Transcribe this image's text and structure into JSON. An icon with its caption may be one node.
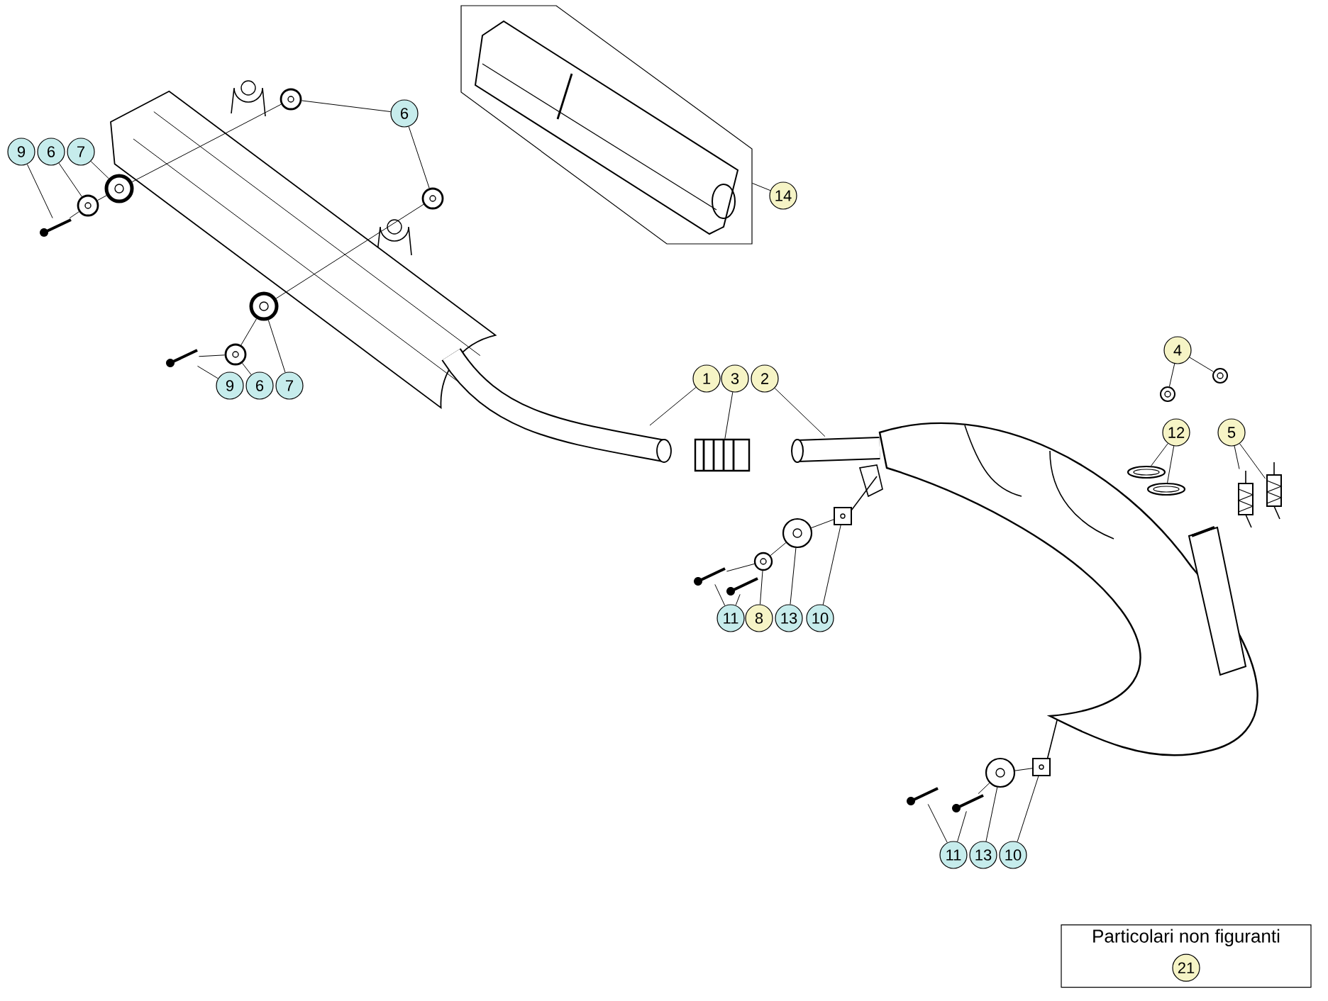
{
  "diagram": {
    "nodes": [
      {
        "text": [
          "6"
        ]
      },
      {
        "text": [
          "9"
        ]
      },
      {
        "text": [
          "6"
        ]
      },
      {
        "text": [
          "7"
        ]
      },
      {
        "text": [
          "14"
        ]
      },
      {
        "text": [
          "9"
        ]
      },
      {
        "text": [
          "6"
        ]
      },
      {
        "text": [
          "7"
        ]
      },
      {
        "text": [
          "1"
        ]
      },
      {
        "text": [
          "3"
        ]
      },
      {
        "text": [
          "2"
        ]
      },
      {
        "text": [
          "4"
        ]
      },
      {
        "text": [
          "12"
        ]
      },
      {
        "text": [
          "5"
        ]
      },
      {
        "text": [
          "11"
        ]
      },
      {
        "text": [
          "8"
        ]
      },
      {
        "text": [
          "13"
        ]
      },
      {
        "text": [
          "10"
        ]
      },
      {
        "text": [
          "11"
        ]
      },
      {
        "text": [
          "13"
        ]
      },
      {
        "text": [
          "10"
        ]
      },
      {
        "text": [
          "Particolari non figuranti"
        ]
      },
      {
        "text": [
          "21"
        ],
        "in": 21
      },
      {
        "text": [],
        "shape": "circle"
      },
      {
        "text": [],
        "shape": "circle"
      },
      {
        "text": [],
        "shape": "picture"
      },
      {
        "text": [],
        "shape": "circle"
      },
      {
        "text": [],
        "shape": "circle"
      },
      {
        "text": [],
        "shape": "box"
      },
      {
        "text": [],
        "shape": "picture"
      },
      {
        "text": [],
        "shape": "circle"
      },
      {
        "text": [],
        "shape": "circle"
      },
      {
        "text": [],
        "shape": "picture"
      },
      {
        "text": [],
        "shape": "circle"
      },
      {
        "text": [],
        "shape": "circle"
      },
      {
        "text": [],
        "shape": "picture"
      },
      {
        "text": [],
        "shape": "picture"
      },
      {
        "text": [],
        "shape": "picture"
      },
      {
        "text": [],
        "shape": "picture"
      },
      {
        "text": [],
        "shape": "picture"
      },
      {
        "text": [],
        "shape": "picture"
      },
      {
        "text": [],
        "shape": "circle"
      },
      {
        "text": [],
        "shape": "circle"
      },
      {
        "text": [],
        "shape": "box"
      },
      {
        "text": [],
        "shape": "picture"
      },
      {
        "text": [],
        "shape": "picture"
      },
      {
        "text": [],
        "shape": "circle"
      },
      {
        "text": [],
        "shape": "box"
      },
      {
        "text": [],
        "shape": "picture"
      }
    ],
    "edges": [
      {
        "from": 0,
        "to": 23,
        "arrow": "none"
      },
      {
        "from": 0,
        "to": 24,
        "arrow": "none"
      },
      {
        "from": 1,
        "to": 25,
        "arrow": "none"
      },
      {
        "from": 2,
        "to": 26,
        "arrow": "none"
      },
      {
        "from": 3,
        "to": 27,
        "arrow": "none"
      },
      {
        "from": 4,
        "to": 28,
        "arrow": "none"
      },
      {
        "from": 5,
        "to": 29,
        "arrow": "none"
      },
      {
        "from": 6,
        "to": 30,
        "arrow": "none"
      },
      {
        "from": 7,
        "to": 31,
        "arrow": "none"
      },
      {
        "from": 8,
        "to": null,
        "arrow": "none"
      },
      {
        "from": 9,
        "to": 32,
        "arrow": "none"
      },
      {
        "from": 10,
        "to": 48,
        "arrow": "none"
      },
      {
        "from": 11,
        "to": 33,
        "arrow": "none"
      },
      {
        "from": 11,
        "to": 34,
        "arrow": "none"
      },
      {
        "from": 12,
        "to": 35,
        "arrow": "none"
      },
      {
        "from": 12,
        "to": 36,
        "arrow": "none"
      },
      {
        "from": 13,
        "to": 37,
        "arrow": "none"
      },
      {
        "from": 13,
        "to": 38,
        "arrow": "none"
      },
      {
        "from": 14,
        "to": 39,
        "arrow": "none"
      },
      {
        "from": 14,
        "to": 40,
        "arrow": "none"
      },
      {
        "from": 15,
        "to": 41,
        "arrow": "none"
      },
      {
        "from": 16,
        "to": 42,
        "arrow": "none"
      },
      {
        "from": 17,
        "to": 43,
        "arrow": "none"
      },
      {
        "from": 18,
        "to": 44,
        "arrow": "none"
      },
      {
        "from": 18,
        "to": 45,
        "arrow": "none"
      },
      {
        "from": 19,
        "to": 46,
        "arrow": "none"
      },
      {
        "from": 20,
        "to": 47,
        "arrow": "none"
      },
      {
        "from": 25,
        "to": 26,
        "arrow": "none"
      },
      {
        "from": 26,
        "to": 27,
        "arrow": "none"
      },
      {
        "from": 27,
        "to": 23,
        "arrow": "none"
      },
      {
        "from": 29,
        "to": 30,
        "arrow": "none"
      },
      {
        "from": 30,
        "to": 31,
        "arrow": "none"
      },
      {
        "from": 31,
        "to": 24,
        "arrow": "none"
      },
      {
        "from": 39,
        "to": 41,
        "arrow": "none"
      },
      {
        "from": 41,
        "to": 42,
        "arrow": "none"
      },
      {
        "from": 42,
        "to": 43,
        "arrow": "none"
      },
      {
        "from": 45,
        "to": 46,
        "arrow": "none"
      },
      {
        "from": 46,
        "to": 47,
        "arrow": "none"
      }
    ]
  }
}
